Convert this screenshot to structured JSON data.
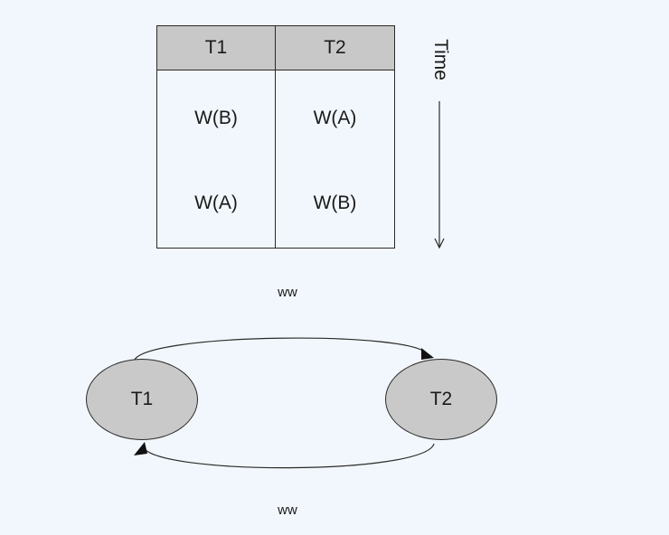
{
  "schedule": {
    "headers": [
      "T1",
      "T2"
    ],
    "rows": [
      [
        "W(B)",
        "W(A)"
      ],
      [
        "W(A)",
        "W(B)"
      ]
    ]
  },
  "time_axis": {
    "label": "Time"
  },
  "graph": {
    "nodes": {
      "t1": "T1",
      "t2": "T2"
    },
    "edges": {
      "top_label": "ww",
      "bottom_label": "ww"
    }
  },
  "colors": {
    "background": "#f2f7fd",
    "header_fill": "#c8c8c8",
    "node_fill": "#c9c9c9",
    "stroke": "#2a2a2a"
  }
}
